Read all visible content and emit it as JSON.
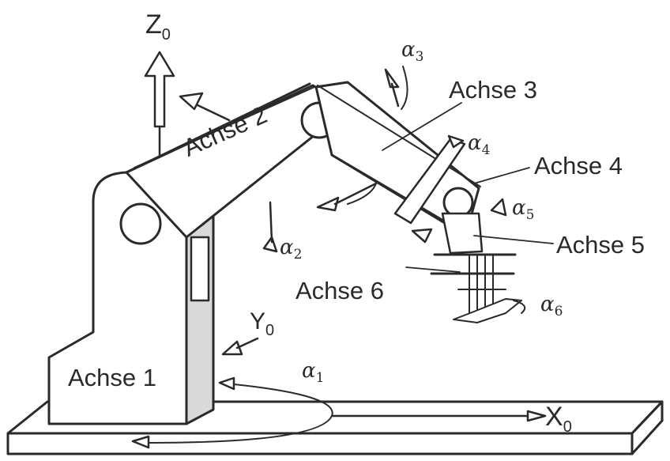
{
  "diagram": {
    "coordinate_axes": {
      "z": {
        "letter": "Z",
        "index": "0"
      },
      "y": {
        "letter": "Y",
        "index": "0"
      },
      "x": {
        "letter": "X",
        "index": "0"
      }
    },
    "angles": [
      {
        "symbol": "α",
        "index": "1"
      },
      {
        "symbol": "α",
        "index": "2"
      },
      {
        "symbol": "α",
        "index": "3"
      },
      {
        "symbol": "α",
        "index": "4"
      },
      {
        "symbol": "α",
        "index": "5"
      },
      {
        "symbol": "α",
        "index": "6"
      }
    ],
    "axis_labels": {
      "achse1": "Achse 1",
      "achse2": "Achse 2",
      "achse3": "Achse 3",
      "achse4": "Achse 4",
      "achse5": "Achse 5",
      "achse6": "Achse 6"
    },
    "colors": {
      "line": "#2a2a2a",
      "fill": "#ffffff",
      "shade": "#d9d9d9"
    }
  }
}
